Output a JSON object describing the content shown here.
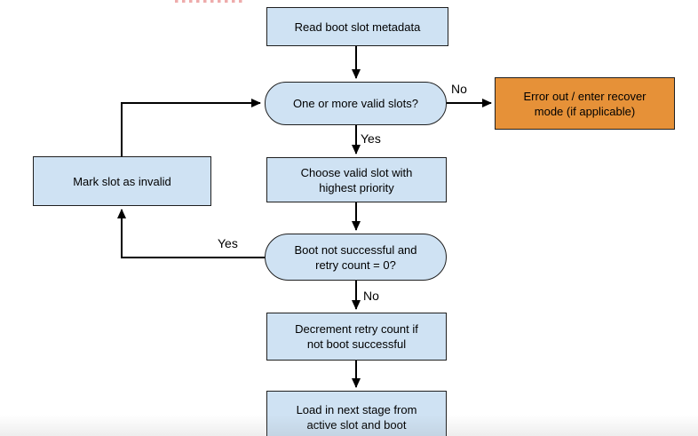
{
  "flowchart": {
    "nodes": {
      "read_metadata": {
        "label": "Read boot slot metadata"
      },
      "valid_slots": {
        "label": "One or more valid slots?"
      },
      "error_recover": {
        "label": "Error out / enter recover\nmode (if applicable)"
      },
      "choose_slot": {
        "label": "Choose valid slot with\nhighest priority"
      },
      "mark_invalid": {
        "label": "Mark slot as invalid"
      },
      "boot_retry_check": {
        "label": "Boot not successful and\nretry count = 0?"
      },
      "decrement_retry": {
        "label": "Decrement retry count if\nnot boot successful"
      },
      "load_next_stage": {
        "label": "Load in next stage from\nactive slot and boot"
      }
    },
    "edge_labels": {
      "valid_slots_no": "No",
      "valid_slots_yes": "Yes",
      "boot_check_yes": "Yes",
      "boot_check_no": "No"
    },
    "colors": {
      "node_fill": "#cfe2f3",
      "error_fill": "#e69138",
      "node_border": "#1f1f1f",
      "arrow": "#000000",
      "text": "#000000",
      "annotation_dash": "#e06666"
    }
  }
}
